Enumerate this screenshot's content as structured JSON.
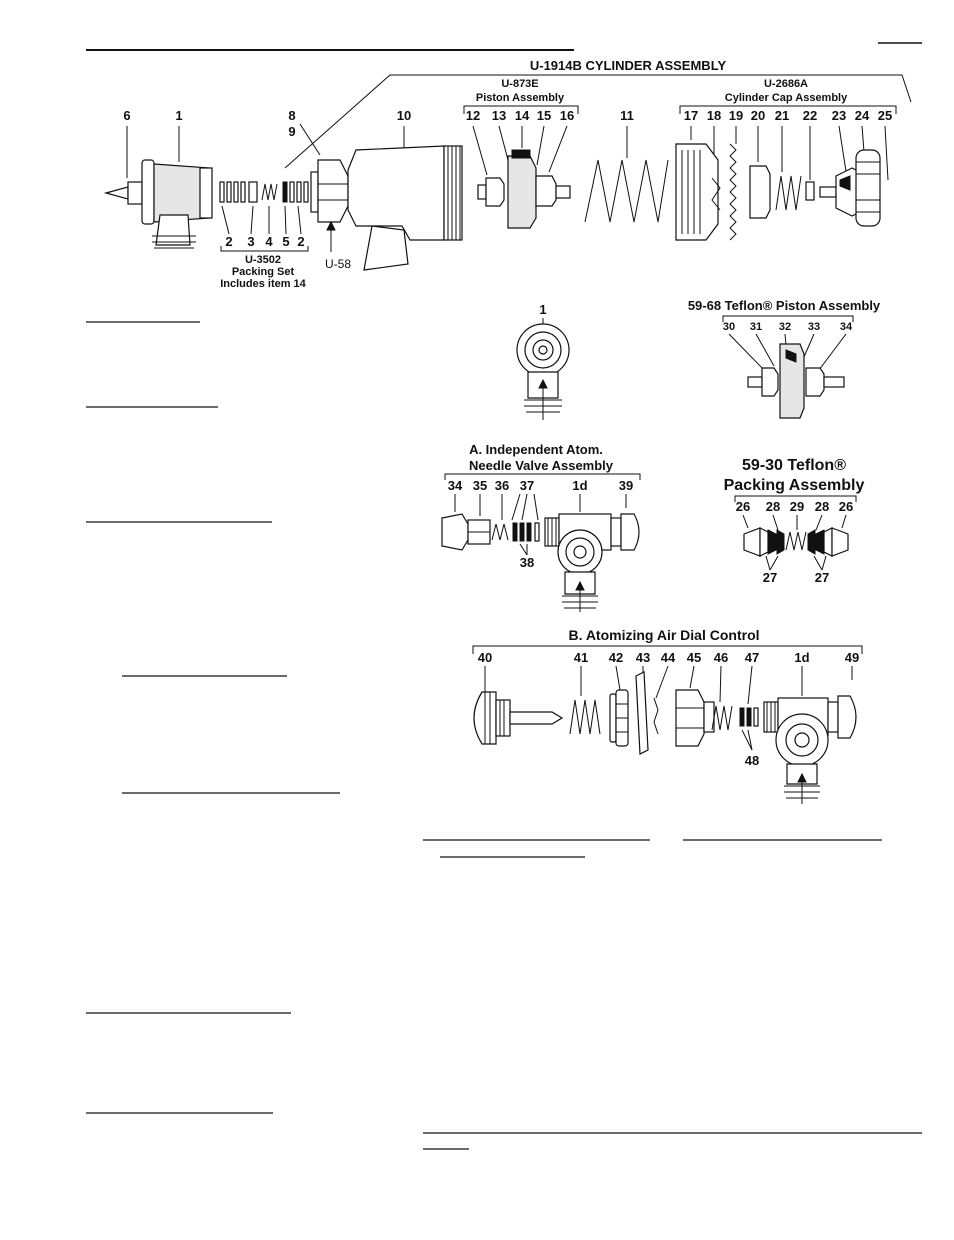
{
  "main_assembly": {
    "title": "U-1914B CYLINDER ASSEMBLY",
    "piston_assembly": {
      "part": "U-873E",
      "name": "Piston Assembly"
    },
    "cap_assembly": {
      "part": "U-2686A",
      "name": "Cylinder Cap Assembly"
    },
    "packing_set": {
      "part": "U-3502",
      "line1": "Packing Set",
      "line2": "Includes item 14"
    },
    "u58_label": "U-58",
    "top_labels": [
      "6",
      "1",
      "8",
      "9",
      "10",
      "12",
      "13",
      "14",
      "15",
      "16",
      "11",
      "17",
      "18",
      "19",
      "20",
      "21",
      "22",
      "23",
      "24",
      "25"
    ],
    "bottom_labels": [
      "2",
      "3",
      "4",
      "5",
      "2"
    ]
  },
  "end_view": {
    "label": "1"
  },
  "teflon_piston": {
    "title": "59-68 Teflon® Piston Assembly",
    "labels": [
      "30",
      "31",
      "32",
      "33",
      "34"
    ]
  },
  "needle_valve": {
    "title_line1": "A. Independent Atom.",
    "title_line2": "Needle Valve Assembly",
    "labels": [
      "34",
      "35",
      "36",
      "37",
      "1d",
      "39"
    ],
    "sub_label": "38"
  },
  "teflon_packing": {
    "title_line1": "59-30 Teflon®",
    "title_line2": "Packing Assembly",
    "labels": [
      "26",
      "28",
      "29",
      "28",
      "26"
    ],
    "sub_labels": [
      "27",
      "27"
    ]
  },
  "dial_control": {
    "title": "B. Atomizing Air Dial Control",
    "labels": [
      "40",
      "41",
      "42",
      "43",
      "44",
      "45",
      "46",
      "47",
      "1d",
      "49"
    ],
    "sub_label": "48"
  }
}
